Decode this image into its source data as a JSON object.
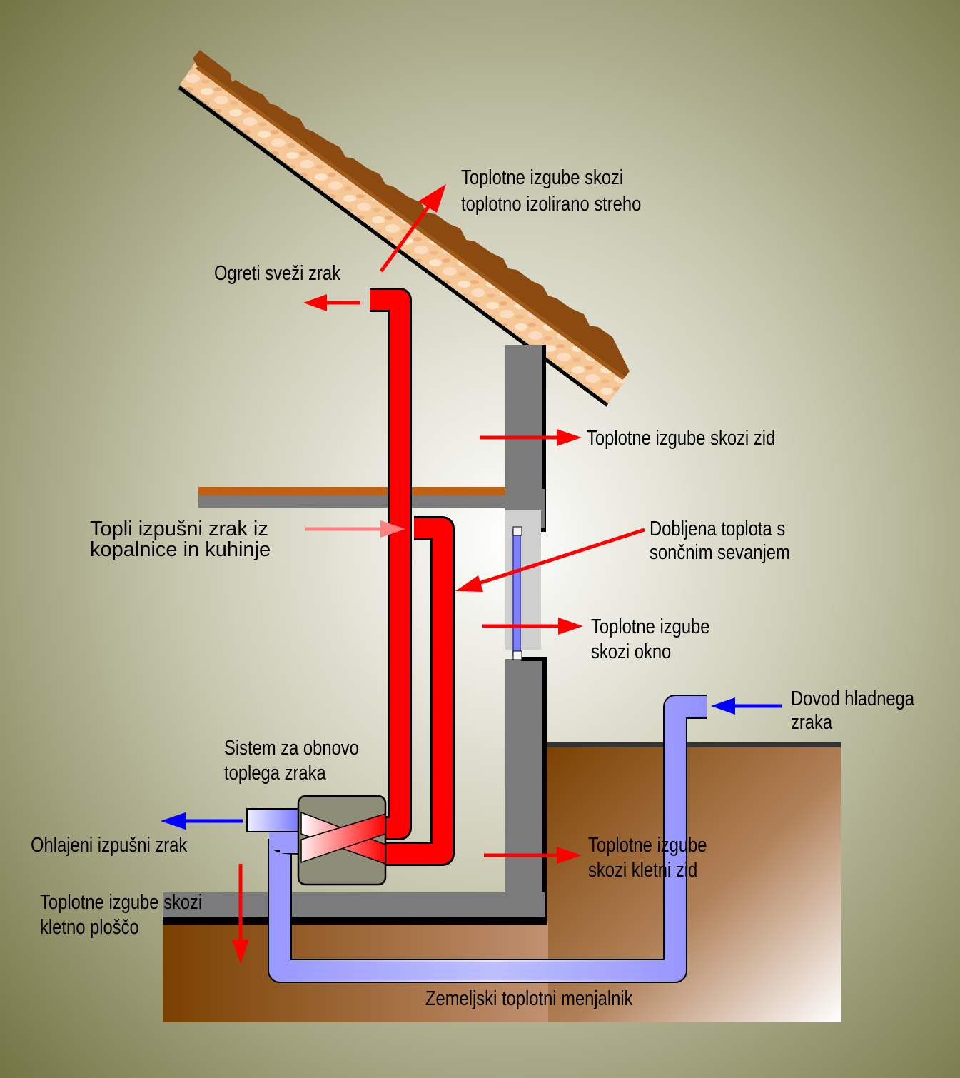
{
  "labels": {
    "roof_loss": [
      "Toplotne izgube skozi",
      "toplotno izolirano streho"
    ],
    "fresh_air": "Ogreti sveži zrak",
    "wall_loss": "Toplotne izgube skozi zid",
    "exhaust_in": [
      "Topli izpušni zrak iz",
      "kopalnice in kuhinje"
    ],
    "solar_gain": [
      "Dobljena toplota s",
      "sončnim sevanjem"
    ],
    "window_loss": [
      "Toplotne izgube",
      "skozi okno"
    ],
    "cold_air": [
      "Dovod hladnega",
      "zraka"
    ],
    "recovery_system": [
      "Sistem za obnovo",
      "toplega zraka"
    ],
    "cooled_exhaust": "Ohlajeni izpušni zrak",
    "basement_wall_loss": [
      "Toplotne izgube",
      "skozi kletni zid"
    ],
    "slab_loss": [
      "Toplotne izgube skozi",
      "kletno ploščo"
    ],
    "ground_exchanger": "Zemeljski toplotni menjalnik"
  },
  "colors": {
    "hot_air": "#ff0000",
    "exhaust_pink": "#ff8080",
    "cold_air": "#0000ff",
    "cold_pipe": "#9999ff",
    "wall": "#7b7b7b",
    "soil": "#7a4000",
    "roof_tile": "#8a4a10",
    "insulation": "#f4c090",
    "floor_board": "#c06010"
  }
}
